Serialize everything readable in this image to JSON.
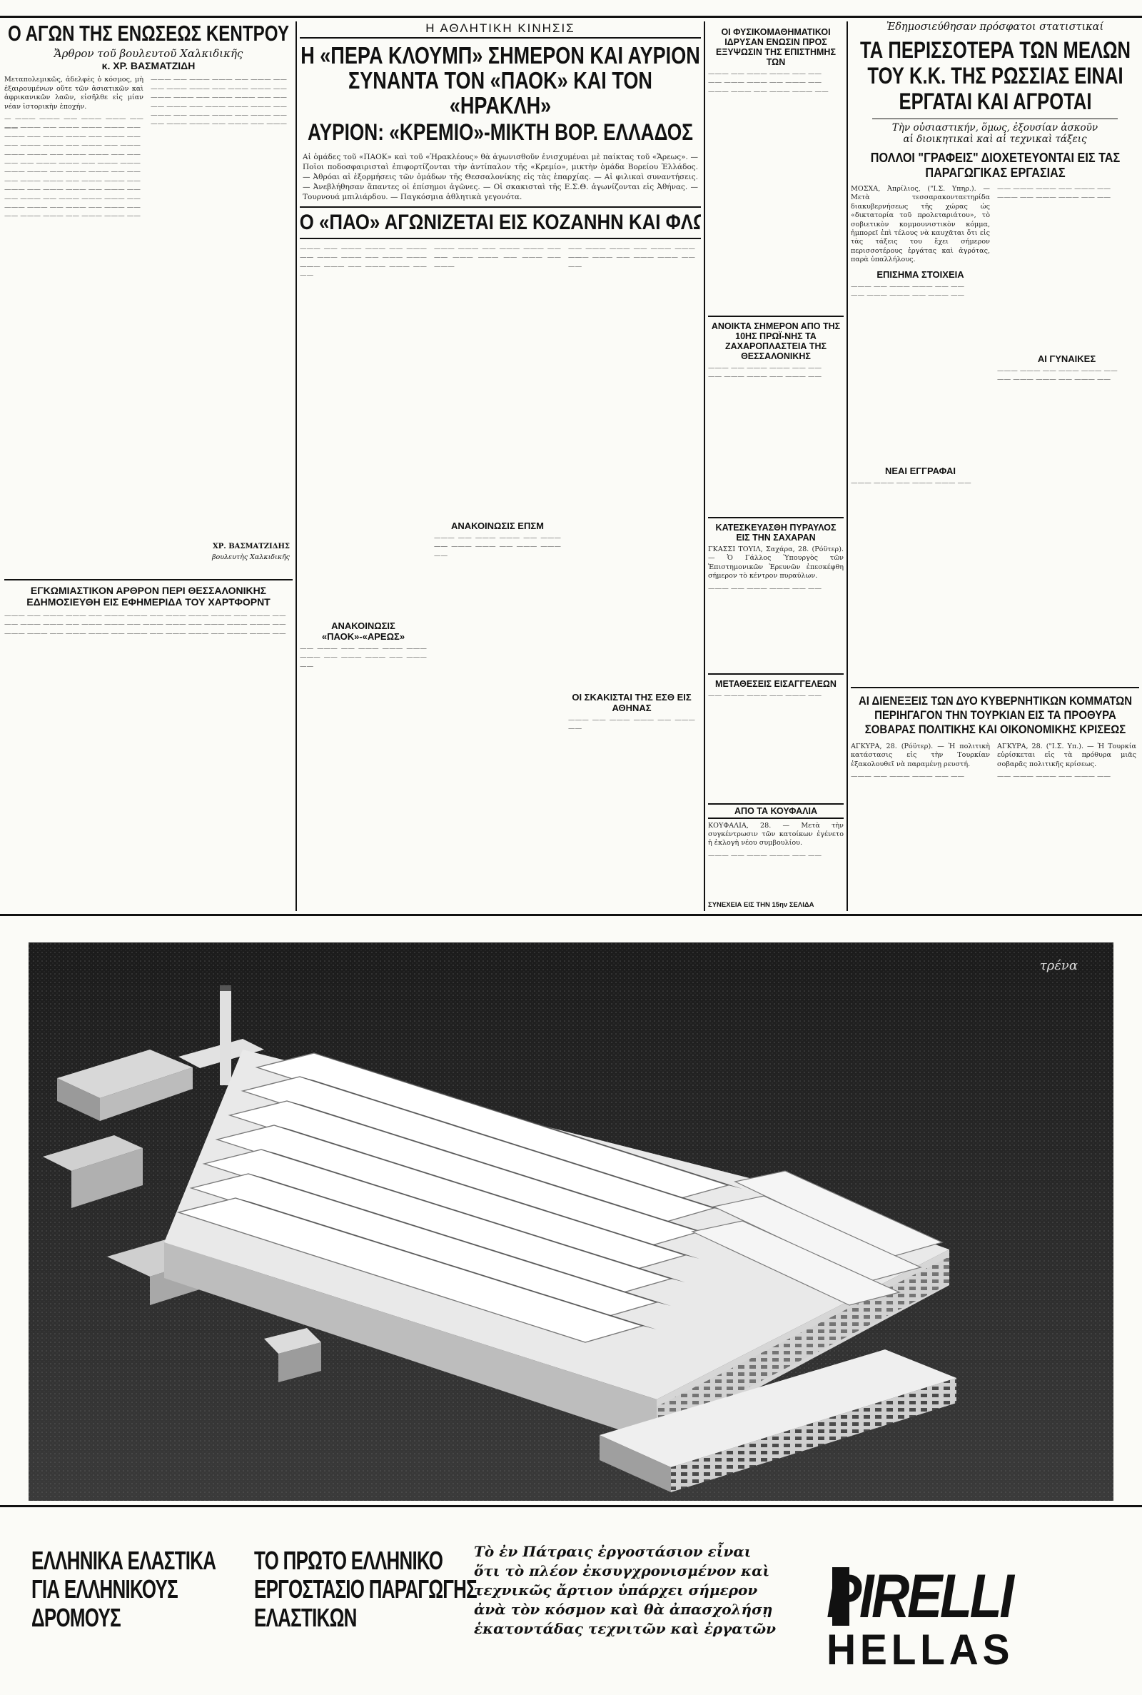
{
  "col1": {
    "headline": "Ο ΑΓΩΝ ΤΗΣ ΕΝΩΣΕΩΣ ΚΕΝΤΡΟΥ",
    "byline1": "Ἄρθρον τοῦ βουλευτοῦ Χαλκιδικῆς",
    "byline2": "κ. ΧΡ. ΒΑΣΜΑΤΖΙΔΗ",
    "lead": "Μεταπολεμικῶς, ἀδελφὲς ὁ κόσμος, μὴ ἐξαιρουμένων οὔτε τῶν ἀσιατικῶν καὶ ἀφρικανικῶν λαῶν, εἰσῆλθε εἰς μίαν νέαν ἱστορικὴν ἐποχήν.",
    "signature": "ΧΡ. ΒΑΣΜΑΤΖΙΔΗΣ",
    "signature_role": "βουλευτὴς Χαλκιδικῆς",
    "story2_headline": "ΕΓΚΩΜΙΑΣΤΙΚΟΝ ΑΡΘΡΟΝ ΠΕΡΙ ΘΕΣΣΑΛΟΝΙΚΗΣ ΕΔΗΜΟΣΙΕΥΘΗ ΕΙΣ ΕΦΗΜΕΡΙΔΑ ΤΟΥ ΧΑΡΤΦΟΡΝΤ"
  },
  "sports": {
    "section": "Η ΑΘΛΗΤΙΚΗ ΚΙΝΗΣΙΣ",
    "headline1": "Η «ΠΕΡΑ ΚΛΟΥΜΠ» ΣΗΜΕΡΟΝ ΚΑΙ ΑΥΡΙΟΝ ΣΥΝΑΝΤΑ ΤΟΝ «ΠΑΟΚ» ΚΑΙ ΤΟΝ «ΗΡΑΚΛΗ»",
    "headline2": "ΑΥΡΙΟΝ: «ΚΡΕΜΙΟ»-ΜΙΚΤΗ ΒΟΡ. ΕΛΛΑΔΟΣ",
    "summary": "Αἱ ὁμάδες τοῦ «ΠΑΟΚ» καὶ τοῦ «Ἡρακλέους» θὰ ἀγωνισθοῦν ἐνισχυμέναι μὲ παίκτας τοῦ «Ἄρεως». — Ποῖοι ποδοσφαιρισταὶ ἐπιφορτίζονται τὴν ἀντίπαλον τῆς «Κρεμίο», μικτὴν ὁμάδα Βορείου Ἑλλάδος. — Ἀθρόαι αἱ ἐξορμήσεις τῶν ὁμάδων τῆς Θεσσαλονίκης εἰς τὰς ἐπαρχίας. — Αἱ φιλικαὶ συναντήσεις. — Ἀνεβλήθησαν ἅπαντες οἱ ἐπίσημοι ἀγῶνες. — Οἱ σκακισταὶ τῆς Ε.Σ.Θ. ἀγωνίζονται εἰς Ἀθήνας. — Τουρνουά μπιλιάρδου. — Παγκόσμια ἀθλητικὰ γεγονότα.",
    "headline3": "Ο «ΠΑΟ» ΑΓΩΝΙΖΕΤΑΙ ΕΙΣ ΚΟΖΑΝΗΝ ΚΑΙ ΦΛΩΡΙΝΑΝ",
    "sub1": "ΑΝΑΚΟΙΝΩΣΙΣ «ΠΑΟΚ»-«ΑΡΕΩΣ»",
    "sub2": "ΑΝΑΚΟΙΝΩΣΙΣ ΕΠΣΜ",
    "sub3": "ΟΙ ΣΚΑΚΙΣΤΑΙ ΤΗΣ ΕΣΘ ΕΙΣ ΑΘΗΝΑΣ"
  },
  "col4": {
    "headline": "ΟΙ ΦΥΣΙΚΟΜΑΘΗΜΑΤΙΚΟΙ ΙΔΡΥΣΑΝ ΕΝΩΣΙΝ ΠΡΟΣ ΕΞΥΨΩΣΙΝ ΤΗΣ ΕΠΙΣΤΗΜΗΣ ΤΩΝ",
    "story2": "ΑΝΟΙΚΤΑ ΣΗΜΕΡΟΝ ΑΠΟ ΤΗΣ 10ΗΣ ΠΡΩΪ-ΝΗΣ ΤΑ ΖΑΧΑΡΟΠΛΑΣΤΕΙΑ ΤΗΣ ΘΕΣΣΑΛΟΝΙΚΗΣ",
    "story3": "ΚΑΤΕΣΚΕΥΑΣΘΗ ΠΥΡΑΥΛΟΣ ΕΙΣ ΤΗΝ ΣΑΧΑΡΑΝ",
    "story3_lead": "ΓΚΑΣΣΙ ΤΟΥΙΛ, Σαχάρα, 28. (Ρόϋτερ). — Ὁ Γάλλος Ὑπουργὸς τῶν Ἐπιστημονικῶν Ἐρευνῶν ἐπεσκέφθη σήμερον τὸ κέντρον πυραύλων.",
    "story4": "ΜΕΤΑΘΕΣΕΙΣ ΕΙΣΑΓΓΕΛΕΩΝ",
    "story5": "ΑΠΟ ΤΑ ΚΟΥΦΑΛΙΑ",
    "story5_lead": "ΚΟΥΦΑΛΙΑ, 28. — Μετὰ τὴν συγκέντρωσιν τῶν κατοίκων ἐγένετο ἡ ἐκλογὴ νέου συμβουλίου."
  },
  "col5": {
    "kicker": "Ἐδημοσιεύθησαν πρόσφατοι στατιστικαί",
    "headline": "ΤΑ ΠΕΡΙΣΣΟΤΕΡΑ ΤΩΝ ΜΕΛΩΝ ΤΟΥ Κ.Κ. ΤΗΣ ΡΩΣΣΙΑΣ ΕΙΝΑΙ ΕΡΓΑΤΑΙ ΚΑΙ ΑΓΡΟΤΑΙ",
    "deck1": "Τὴν οὐσιαστικήν, ὅμως, ἐξουσίαν ἀσκοῦν",
    "deck2": "αἱ διοικητικαὶ καὶ αἱ τεχνικαὶ τάξεις",
    "headline2": "ΠΟΛΛΟΙ \"ΓΡΑΦΕΙΣ\" ΔΙΟΧΕΤΕΥΟΝΤΑΙ ΕΙΣ ΤΑΣ ΠΑΡΑΓΩΓΙΚΑΣ ΕΡΓΑΣΙΑΣ",
    "lead": "ΜΟΣΧΑ, Ἀπρίλιος, (\"Ι.Σ. Υπηρ.). — Μετὰ τεσσαρακονταετηρίδα διακυβερνήσεως τῆς χώρας ὡς «δικτατορία τοῦ προλεταριάτου», τὸ σοβιετικὸν κομμουνιστικὸν κόμμα, ἠμπορεῖ ἐπὶ τέλους νὰ καυχᾶται ὅτι εἰς τὰς τάξεις του ἔχει σήμερον περισσοτέρους ἐργάτας καὶ ἀγρότας, παρὰ ὑπαλλήλους.",
    "sub1": "ΕΠΙΣΗΜΑ ΣΤΟΙΧΕΙΑ",
    "sub2": "ΝΕΑΙ ΕΓΓΡΑΦΑΙ",
    "sub3": "ΑΙ ΓΥΝΑΙΚΕΣ"
  },
  "turkey": {
    "headline": "ΑΙ ΔΙΕΝΕΞΕΙΣ ΤΩΝ ΔΥΟ ΚΥΒΕΡΝΗΤΙΚΩΝ ΚΟΜΜΑΤΩΝ ΠΕΡΙΗΓΑΓΟΝ ΤΗΝ ΤΟΥΡΚΙΑΝ ΕΙΣ ΤΑ ΠΡΟΘΥΡΑ ΣΟΒΑΡΑΣ ΠΟΛΙΤΙΚΗΣ ΚΑΙ ΟΙΚΟΝΟΜΙΚΗΣ ΚΡΙΣΕΩΣ",
    "dateline1": "ΑΓΚΥΡΑ, 28. (Ρόϋτερ). — Ἡ πολιτικὴ κατάστασις εἰς τὴν Τουρκίαν ἐξακολουθεῖ νὰ παραμένῃ ρευστή.",
    "dateline2": "ΑΓΚΥΡΑ, 28. (\"Ι.Σ. Υπ.). — Ἡ Τουρκία εὑρίσκεται εἰς τὰ πρόθυρα μιᾶς σοβαρᾶς πολιτικῆς κρίσεως."
  },
  "continuation": "ΣΥΝΕΧΕΙΑ ΕΙΣ ΤΗΝ 15ην ΣΕΛΙΔΑ",
  "photo": {
    "credit": "τρένα"
  },
  "ad": {
    "slogan1": "ΕΛΛΗΝΙΚΑ ΕΛΑΣΤΙΚΑ",
    "slogan2": "ΓΙΑ ΕΛΛΗΝΙΚΟΥΣ",
    "slogan3": "ΔΡΟΜΟΥΣ",
    "claim1": "ΤΟ ΠΡΩΤΟ ΕΛΛΗΝΙΚΟ",
    "claim2": "ΕΡΓΟΣΤΑΣΙΟ ΠΑΡΑΓΩΓΗΣ",
    "claim3": "ΕΛΑΣΤΙΚΩΝ",
    "copy1": "Τὸ ἐν Πάτραις ἐργοστάσιον εἶναι",
    "copy2": "ὅτι τὸ πλέον ἐκσυγχρονισμένον καὶ",
    "copy3": "τεχνικῶς ἄρτιον ὑπάρχει σήμερον",
    "copy4": "ἀνὰ τὸν κόσμον καὶ θὰ ἀπασχολήσῃ",
    "copy5": "ἑκατοντάδας τεχνιτῶν καὶ ἐργατῶν",
    "brand1": "PIRELLI",
    "brand2": "HELLAS"
  }
}
